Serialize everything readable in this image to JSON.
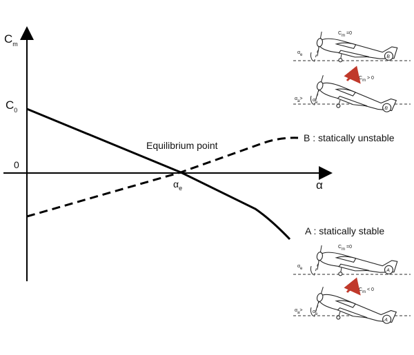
{
  "axes": {
    "y_main": "C",
    "y_sub": "m",
    "x": "α",
    "zero": "0",
    "c0_main": "C",
    "c0_sub": "0",
    "alpha_e_main": "α",
    "alpha_e_sub": "e"
  },
  "annotations": {
    "equilibrium": "Equilibrium point",
    "curve_b": "B : statically unstable",
    "curve_a": "A : statically stable"
  },
  "planes": [
    {
      "cm_main": "C",
      "cm_sub": "m",
      "cm_rel": " =0",
      "angle_main": "α",
      "angle_sub": "e",
      "angle_prefix": "",
      "tail": "B"
    },
    {
      "cm_main": "C",
      "cm_sub": "m",
      "cm_rel": " > 0",
      "angle_main": "α",
      "angle_sub": "a",
      "angle_prefix": ">",
      "angle2_main": "α",
      "angle2_sub": "e",
      "tail": "B",
      "moment_color": "#c0392b"
    },
    {
      "cm_main": "C",
      "cm_sub": "m",
      "cm_rel": " =0",
      "angle_main": "α",
      "angle_sub": "e",
      "angle_prefix": "",
      "tail": "A"
    },
    {
      "cm_main": "C",
      "cm_sub": "m",
      "cm_rel": " < 0",
      "angle_main": "α",
      "angle_sub": "a",
      "angle_prefix": ">",
      "angle2_main": "α",
      "angle2_sub": "e",
      "tail": "A",
      "moment_color": "#c0392b"
    }
  ]
}
